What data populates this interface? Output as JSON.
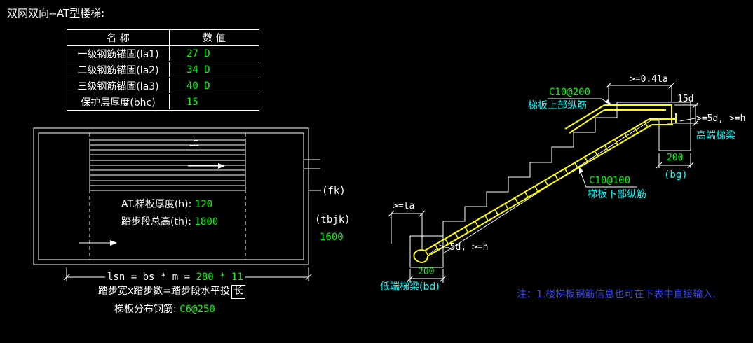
{
  "title": "双网双向--AT型楼梯:",
  "colors": {
    "background": "#000000",
    "line": "#ffffff",
    "value_green": "#00ff00",
    "label_cyan": "#00ffff",
    "rebar_yellow": "#ffff00",
    "note_blue": "#3a46e8"
  },
  "table": {
    "header_name": "名  称",
    "header_value": "数  值",
    "rows": [
      {
        "name": "一级钢筋锚固(la1)",
        "value": "27 D"
      },
      {
        "name": "二级钢筋锚固(la2)",
        "value": "34 D"
      },
      {
        "name": "三级钢筋锚固(la3)",
        "value": "40 D"
      },
      {
        "name": "保护层厚度(bhc)",
        "value": "15"
      }
    ]
  },
  "plan": {
    "up_label": "上",
    "thickness_label": "AT.梯板厚度(h):",
    "thickness_value": "120",
    "total_rise_label": "踏步段总高(th):",
    "total_rise_value": "1800",
    "lsn_label": "lsn = bs * m =",
    "lsn_value": "280 * 11",
    "formula_text": "踏步宽x踏步数=踏步段水平投",
    "formula_boxed_char": "长",
    "dist_rebar_label": "梯板分布钢筋:",
    "dist_rebar_value": "C6@250",
    "fk_label": "(fk)",
    "tbjk_label": "(tbjk)",
    "tbjk_value": "1600"
  },
  "section": {
    "top_bar_value": "C10@200",
    "top_bar_label": "梯板上部纵筋",
    "top_anchor": ">=0.4la",
    "hook_length": "15d",
    "high_anchor": ">=5d, >=h",
    "high_beam_label": "高端梯梁",
    "high_beam_width": "200",
    "high_beam_tag": "(bg)",
    "bottom_bar_value": "C10@100",
    "bottom_bar_label": "梯板下部纵筋",
    "low_anchor_la": ">=la",
    "low_anchor": ">=5d, >=h",
    "low_beam_width": "200",
    "low_beam_label": "低端梯梁(bd)"
  },
  "note": "注：1.楼梯板钢筋信息也可在下表中直接输入."
}
